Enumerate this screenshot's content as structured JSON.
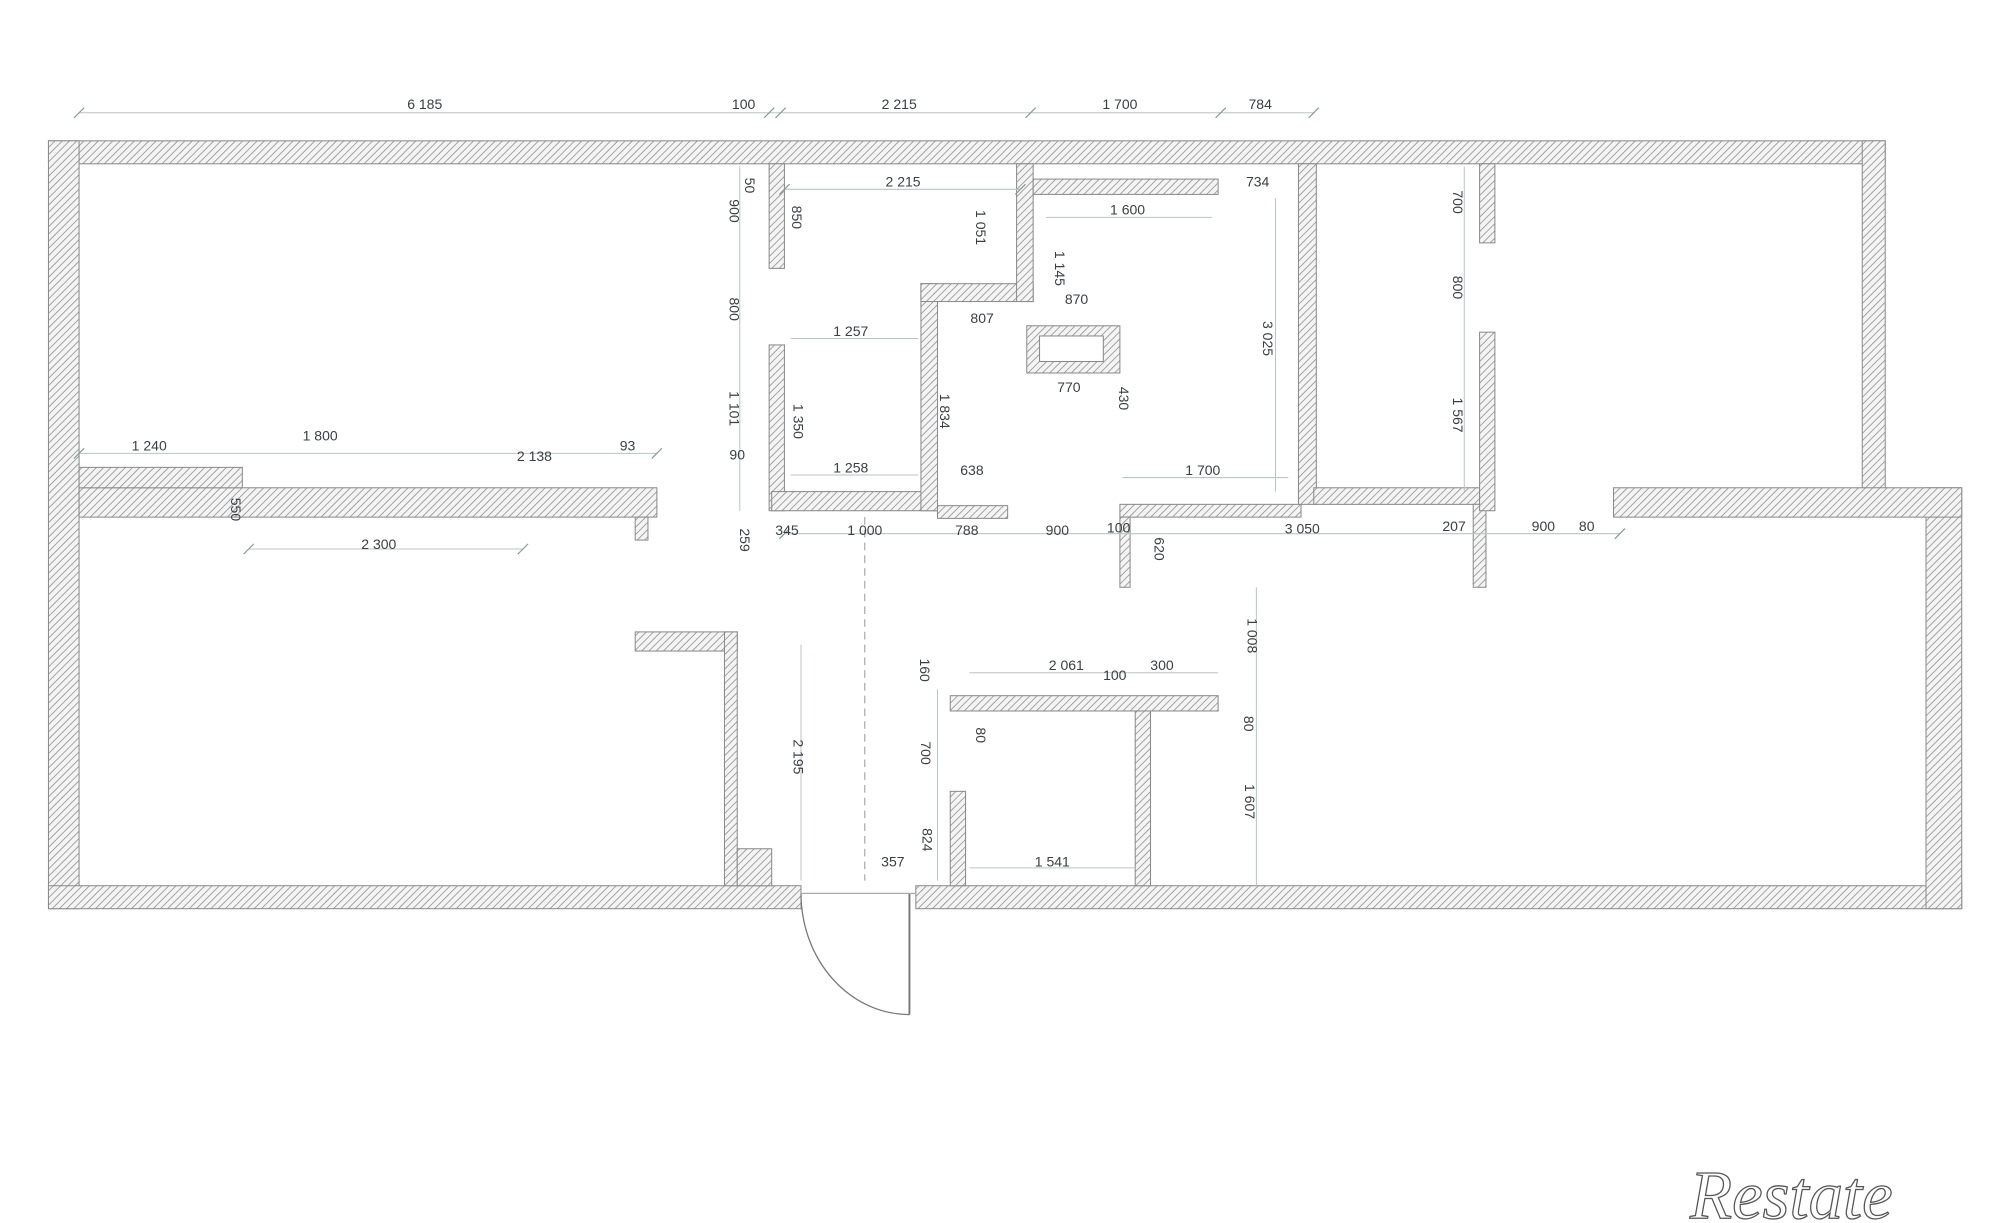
{
  "plan": {
    "wall_color": "#9a9a9a",
    "window_color": "#efe6cf",
    "dimensions": [
      "6 185",
      "100",
      "2 215",
      "1 700",
      "784",
      "2 215",
      "734",
      "1 600",
      "50",
      "900",
      "850",
      "1 051",
      "1 145",
      "870",
      "807",
      "1 257",
      "800",
      "3 025",
      "770",
      "430",
      "1 834",
      "1 101",
      "1 350",
      "90",
      "1 258",
      "638",
      "1 700",
      "1 240",
      "1 800",
      "2 138",
      "93",
      "550",
      "2 300",
      "259",
      "345",
      "1 000",
      "788",
      "900",
      "100",
      "620",
      "3 050",
      "207",
      "900",
      "80",
      "700",
      "800",
      "1 567",
      "2 195",
      "160",
      "2 061",
      "100",
      "300",
      "1 008",
      "80",
      "80",
      "700",
      "1 607",
      "824",
      "357",
      "1 541"
    ]
  },
  "logo": {
    "text": "Restate"
  }
}
